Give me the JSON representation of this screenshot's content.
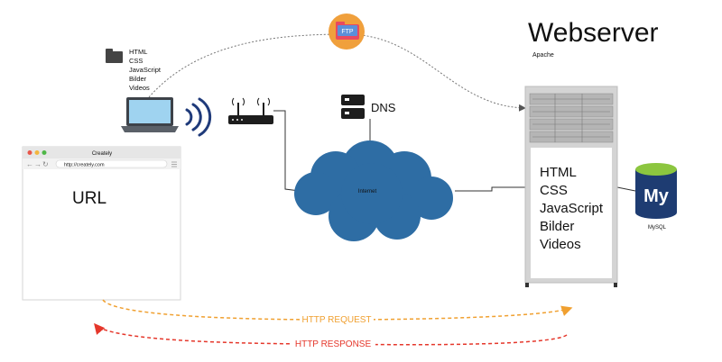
{
  "diagram": {
    "server_title": "Webserver",
    "server_subtitle": "Apache",
    "folder_files": [
      "HTML",
      "CSS",
      "JavaScript",
      "Bilder",
      "Videos"
    ],
    "ftp_label": "FTP",
    "dns_label": "DNS",
    "internet_label": "Internet",
    "browser": {
      "title": "Creately",
      "address": "http://creately.com",
      "content_label": "URL"
    },
    "server_files": [
      "HTML",
      "CSS",
      "JavaScript",
      "Bilder",
      "Videos"
    ],
    "mysql_logo_text": "My",
    "mysql_label": "MySQL",
    "http_request_label": "HTTP REQUEST",
    "http_response_label": "HTTP RESPONSE",
    "colors": {
      "request": "#f0a030",
      "response": "#e5372b",
      "cloud": "#2e6da4",
      "laptop_screen": "#9fd3f0",
      "server_frame": "#d4d4d4",
      "mysql": "#1e3c72",
      "ftp_circle": "#f0a03c"
    }
  }
}
